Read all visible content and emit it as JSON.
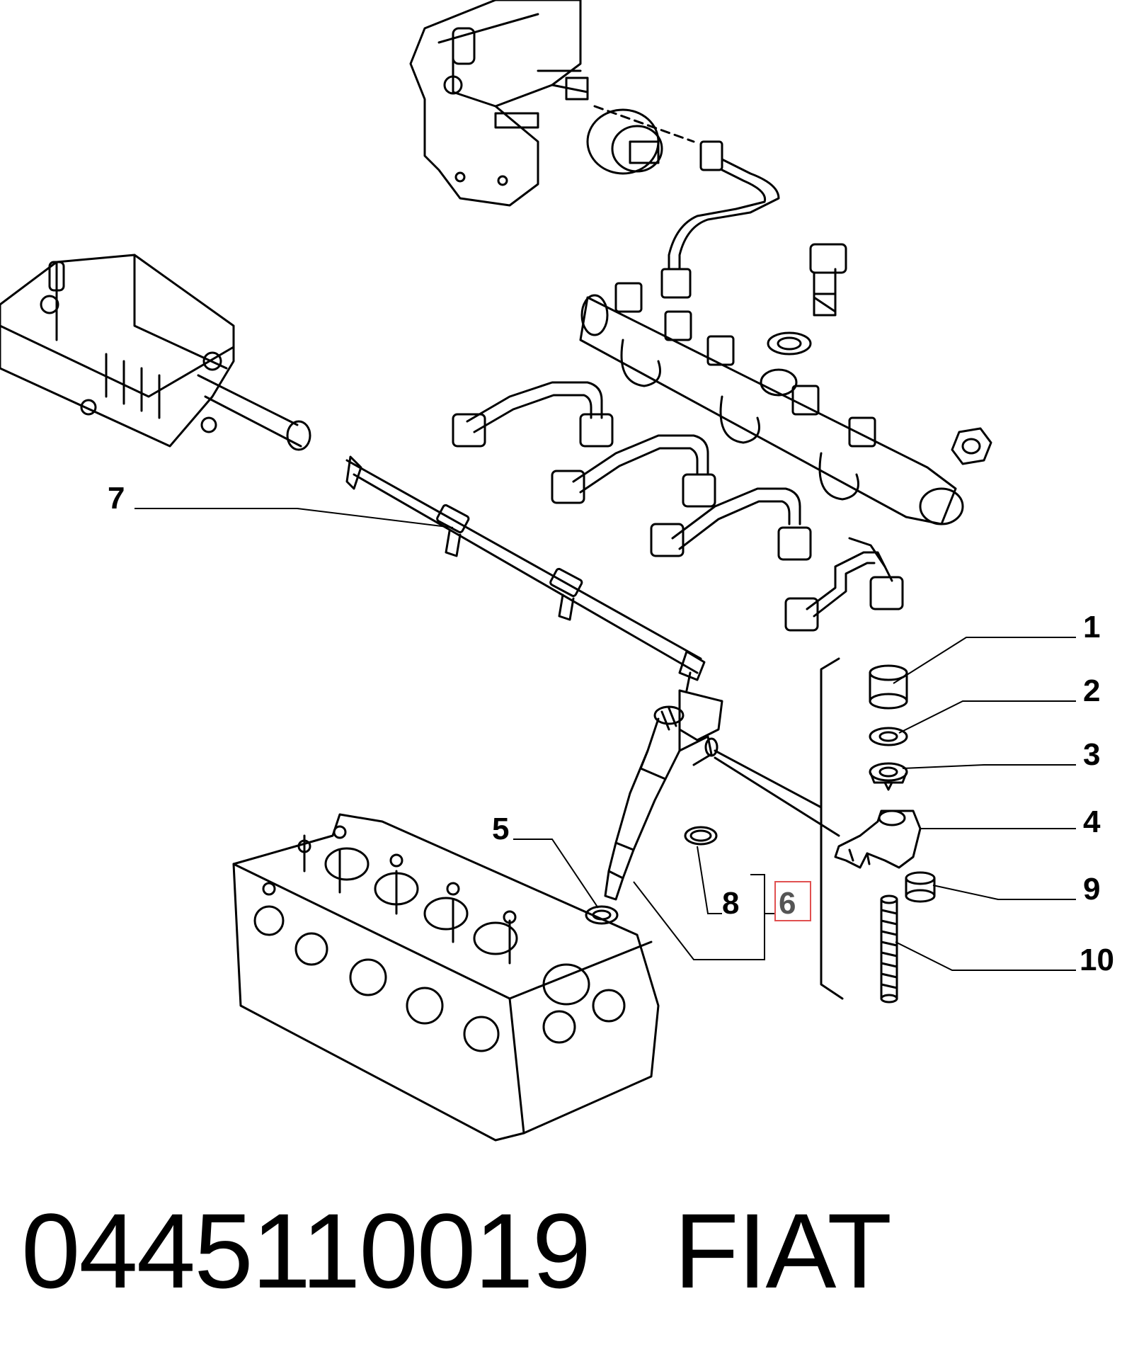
{
  "callouts": {
    "c1": "1",
    "c2": "2",
    "c3": "3",
    "c4": "4",
    "c5": "5",
    "c6": "6",
    "c7": "7",
    "c8": "8",
    "c9": "9",
    "c10": "10"
  },
  "highlight_color": "#e05050",
  "footer": {
    "part_number": "0445110019",
    "brand": "FIAT"
  }
}
